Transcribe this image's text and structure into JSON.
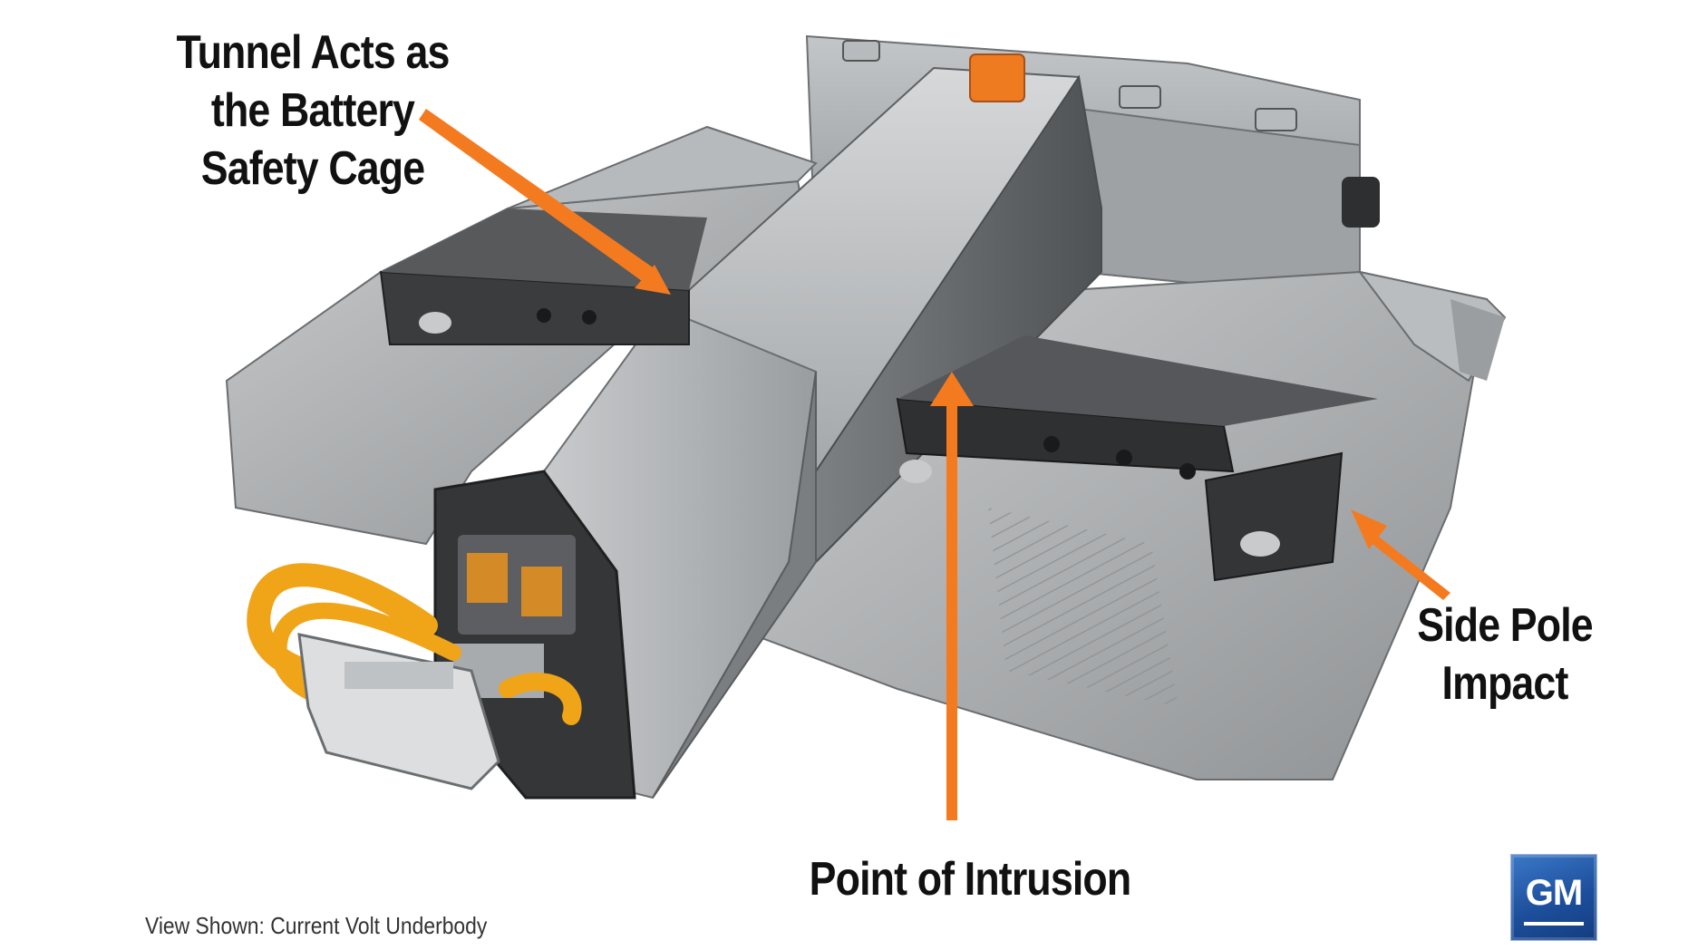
{
  "callouts": {
    "tunnel": [
      "Tunnel Acts as",
      "the Battery",
      "Safety Cage"
    ],
    "side_pole": [
      "Side Pole",
      "Impact"
    ],
    "point": [
      "Point of Intrusion"
    ]
  },
  "caption": "View Shown: Current Volt Underbody",
  "logo": {
    "text": "GM"
  },
  "colors": {
    "accent": "#f47a20",
    "steel": "#a9acae",
    "dark_steel": "#3a3b3d",
    "cable": "#f0a418"
  }
}
